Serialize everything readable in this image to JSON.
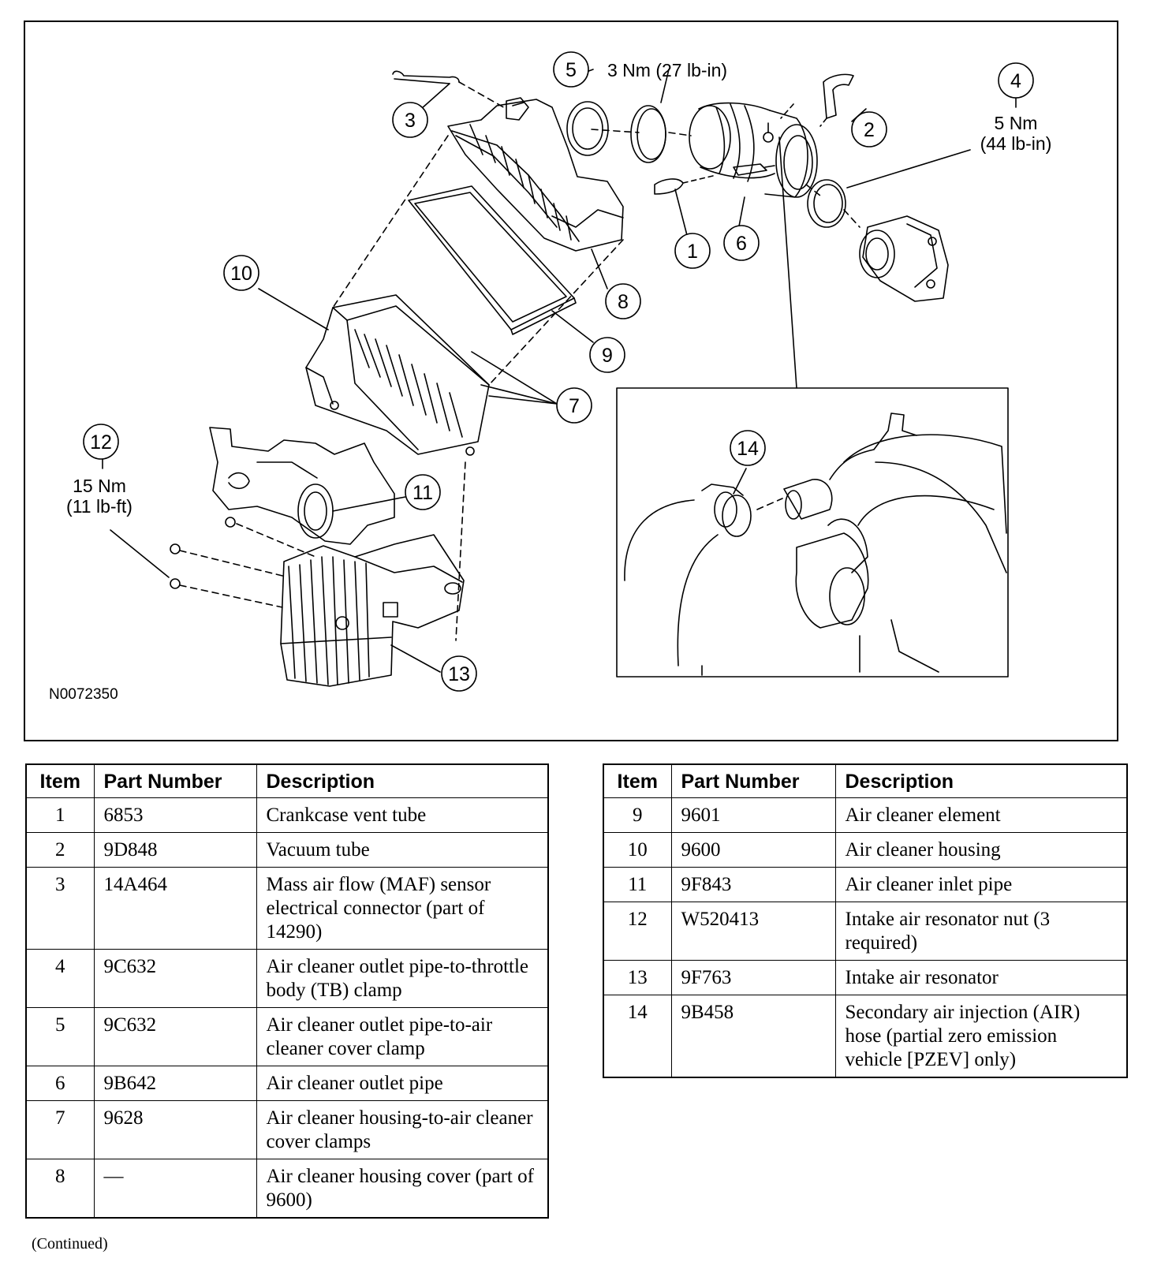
{
  "figure": {
    "figure_id": "N0072350",
    "torque_5": "3 Nm (27 lb-in)",
    "torque_4_line1": "5 Nm",
    "torque_4_line2": "(44 lb-in)",
    "torque_12_line1": "15 Nm",
    "torque_12_line2": "(11 lb-ft)",
    "callouts": [
      "1",
      "2",
      "3",
      "4",
      "5",
      "6",
      "7",
      "8",
      "9",
      "10",
      "11",
      "12",
      "13",
      "14"
    ]
  },
  "table_headers": {
    "item": "Item",
    "part_number": "Part Number",
    "description": "Description"
  },
  "parts_left": [
    {
      "item": "1",
      "part_number": "6853",
      "description": "Crankcase vent tube"
    },
    {
      "item": "2",
      "part_number": "9D848",
      "description": "Vacuum tube"
    },
    {
      "item": "3",
      "part_number": "14A464",
      "description": "Mass air flow (MAF) sensor electrical connector (part of 14290)"
    },
    {
      "item": "4",
      "part_number": "9C632",
      "description": "Air cleaner outlet pipe-to-throttle body (TB) clamp"
    },
    {
      "item": "5",
      "part_number": "9C632",
      "description": "Air cleaner outlet pipe-to-air cleaner cover clamp"
    },
    {
      "item": "6",
      "part_number": "9B642",
      "description": "Air cleaner outlet pipe"
    },
    {
      "item": "7",
      "part_number": "9628",
      "description": "Air cleaner housing-to-air cleaner cover clamps"
    },
    {
      "item": "8",
      "part_number": "—",
      "description": "Air cleaner housing cover (part of 9600)"
    }
  ],
  "parts_right": [
    {
      "item": "9",
      "part_number": "9601",
      "description": "Air cleaner element"
    },
    {
      "item": "10",
      "part_number": "9600",
      "description": "Air cleaner housing"
    },
    {
      "item": "11",
      "part_number": "9F843",
      "description": "Air cleaner inlet pipe"
    },
    {
      "item": "12",
      "part_number": "W520413",
      "description": "Intake air resonator nut (3 required)"
    },
    {
      "item": "13",
      "part_number": "9F763",
      "description": "Intake air resonator"
    },
    {
      "item": "14",
      "part_number": "9B458",
      "description": "Secondary air injection (AIR) hose (partial zero emission vehicle [PZEV] only)"
    }
  ],
  "footer": {
    "continued": "(Continued)"
  }
}
